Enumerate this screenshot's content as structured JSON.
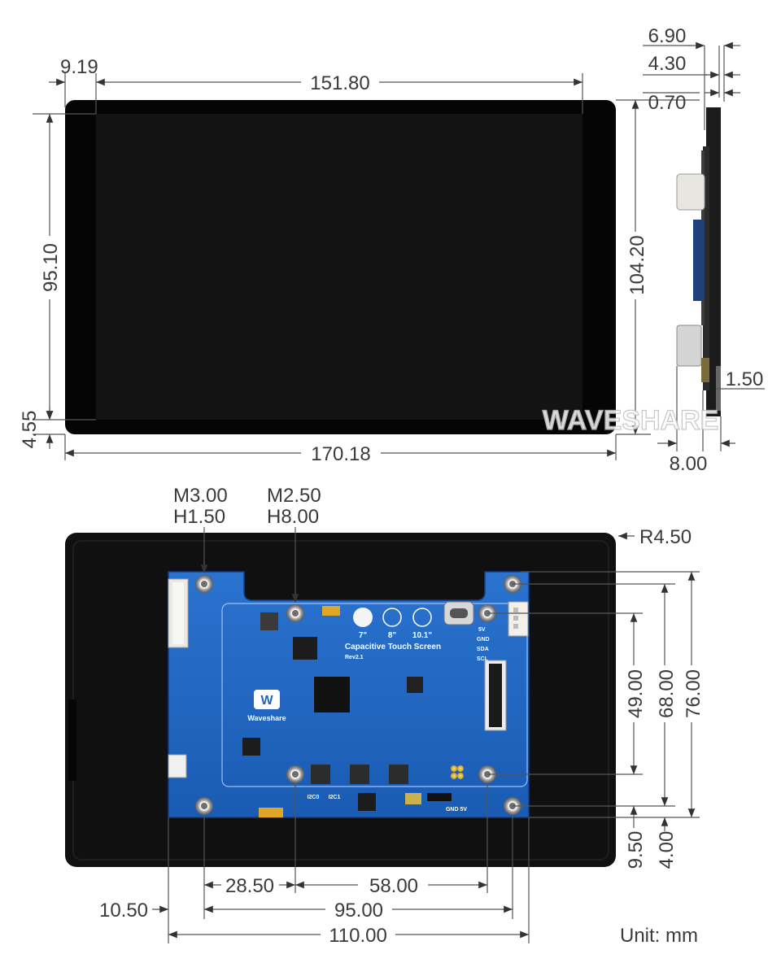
{
  "front_view": {
    "bezel_left": "9.19",
    "active_width": "151.80",
    "total_width": "170.18",
    "active_height": "95.10",
    "total_height": "104.20",
    "bezel_bottom": "4.55",
    "glass_thickness": "0.70"
  },
  "side_view": {
    "total_depth": "6.90",
    "panel_depth": "4.30",
    "glass": "0.70",
    "connector_offset": "1.50",
    "connector_depth": "8.00"
  },
  "watermark": "WAVESHARE",
  "back_view": {
    "hole_a": {
      "line1": "M3.00",
      "line2": "H1.50"
    },
    "hole_b": {
      "line1": "M2.50",
      "line2": "H8.00"
    },
    "corner_radius": "R4.50",
    "v_49": "49.00",
    "v_68": "68.00",
    "v_76": "76.00",
    "v_950": "9.50",
    "v_400": "4.00",
    "h_2850": "28.50",
    "h_5800": "58.00",
    "h_1050": "10.50",
    "h_9500": "95.00",
    "h_11000": "110.00",
    "unit": "Unit: mm"
  },
  "pcb": {
    "size_7": "7\"",
    "size_8": "8\"",
    "size_101": "10.1\"",
    "title": "Capacitive Touch Screen",
    "rev": "Rev2.1",
    "brand": "Waveshare",
    "pins": [
      "5V",
      "GND",
      "SDA",
      "SCL"
    ],
    "i2c0": "I2C0",
    "i2c1": "I2C1",
    "jumper_label": "GND 5V"
  },
  "colors": {
    "screen": "#0f0f0f",
    "bezel": "#050505",
    "pcb_blue": "#1f66c2",
    "dim_line": "#555555"
  }
}
